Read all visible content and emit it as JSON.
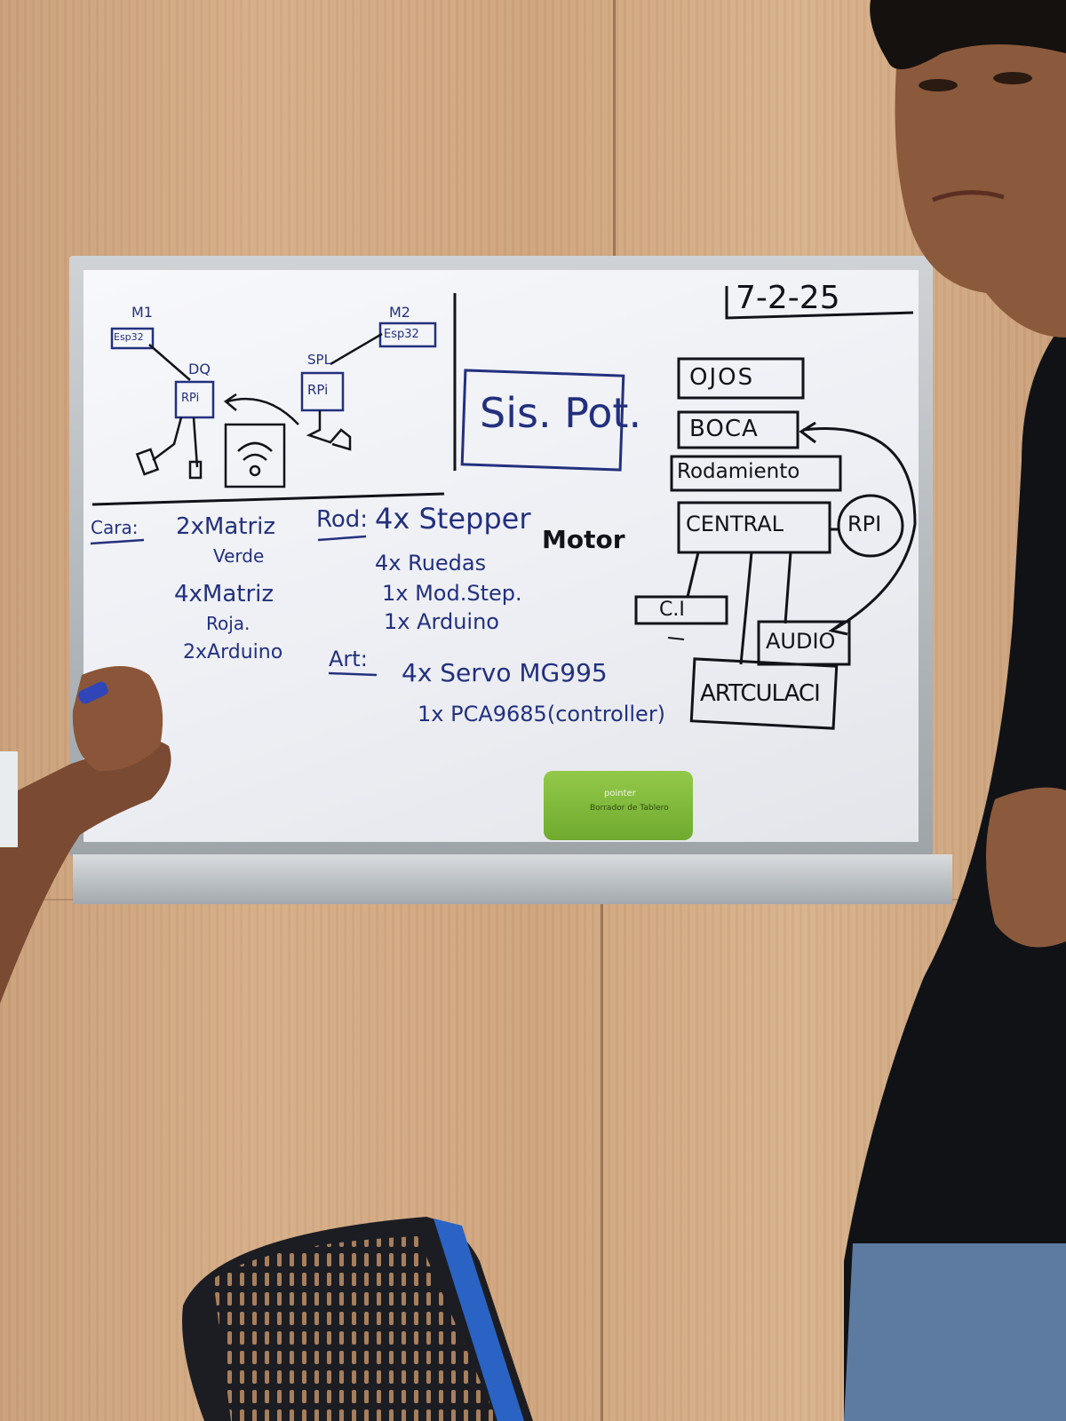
{
  "whiteboard": {
    "date": "7-2-25",
    "diagram": {
      "m1_label": "M1",
      "m1_device": "Esp32",
      "m2_label": "M2",
      "m2_device": "Esp32",
      "left_node_label": "DQ",
      "left_node_device": "RPi",
      "right_node_label": "SPL",
      "right_node_device": "RPi"
    },
    "sis_pot_box": "Sis. Pot.",
    "blocks": {
      "ojos": "OJOS",
      "boca": "BOCA",
      "rodamiento": "Rodamiento",
      "central": "CENTRAL",
      "rpi": "RPI",
      "ci": "C.I",
      "audio": "AUDIO",
      "articulaci": "ARTCULACI"
    },
    "cara": {
      "heading": "Cara:",
      "line1": "2xMatriz",
      "line2": "Verde",
      "line3": "4xMatriz",
      "line4": "Roja.",
      "line5": "2xArduino"
    },
    "rod": {
      "heading": "Rod:",
      "line1": "4x Stepper",
      "line1_extra": "Motor",
      "line2": "4x Ruedas",
      "line3": "1x Mod.Step.",
      "line4": "1x Arduino"
    },
    "art": {
      "heading": "Art:",
      "line1": "4x Servo MG995",
      "line2": "1x PCA9685(controller)"
    }
  },
  "eraser": {
    "brand": "pointer",
    "label": "Borrador de Tablero"
  }
}
